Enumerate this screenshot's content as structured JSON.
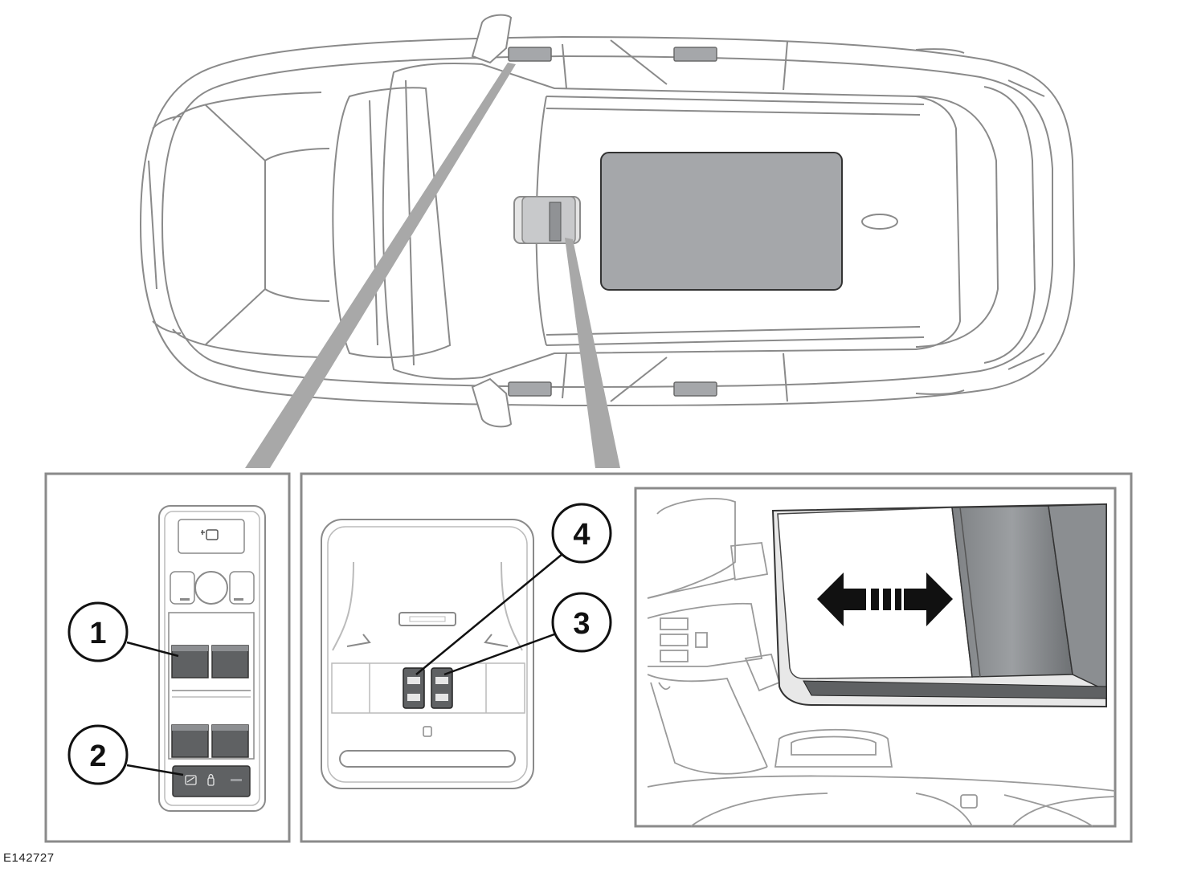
{
  "figure": {
    "reference_code": "E142727"
  },
  "callouts": [
    {
      "number": "1",
      "target": "front-window-switches"
    },
    {
      "number": "2",
      "target": "window-lock-switch"
    },
    {
      "number": "3",
      "target": "sunroof-open-close-switch"
    },
    {
      "number": "4",
      "target": "sunroof-tilt-switch"
    }
  ],
  "icons": {
    "door_panel_top": "window-child-lock-icon",
    "lock_switch": "window-lock-icon",
    "sunroof_slide": "double-arrow-icon"
  },
  "colors": {
    "outline": "#8a8a8a",
    "panel_fill": "#a5a7aa",
    "switch_fill": "#5f6163",
    "callout_ring": "#111111"
  }
}
